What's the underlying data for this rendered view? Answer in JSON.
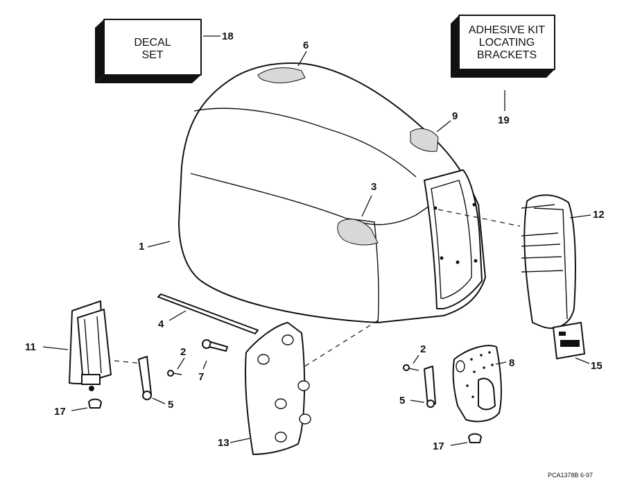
{
  "boxes": {
    "decal_set": [
      "DECAL",
      "SET"
    ],
    "adhesive_kit": [
      "ADHESIVE KIT",
      "LOCATING",
      "BRACKETS"
    ]
  },
  "callouts": {
    "c1": "1",
    "c2a": "2",
    "c2b": "2",
    "c3": "3",
    "c4": "4",
    "c5a": "5",
    "c5b": "5",
    "c6": "6",
    "c7": "7",
    "c8": "8",
    "c9": "9",
    "c11": "11",
    "c12": "12",
    "c13": "13",
    "c15": "15",
    "c17a": "17",
    "c17b": "17",
    "c18": "18",
    "c19": "19"
  },
  "reference_code": "PCA1378B  6-97"
}
